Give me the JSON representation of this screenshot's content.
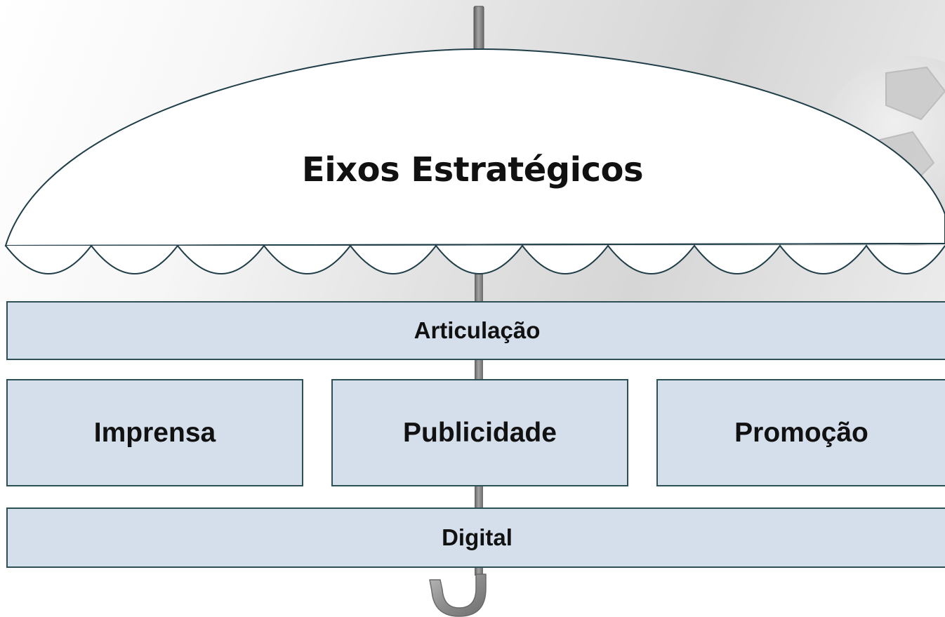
{
  "title": "Eixos Estratégicos",
  "items": {
    "articulacao": "Articulação",
    "imprensa": "Imprensa",
    "publicidade": "Publicidade",
    "promocao": "Promoção",
    "digital": "Digital"
  },
  "colors": {
    "box_fill": "#d5dfeb",
    "box_border": "#2d4f56",
    "canopy_fill": "#ffffff",
    "canopy_stroke": "#1f3e48",
    "shaft": "#8a8a8a",
    "handle": "#8f8f8f"
  },
  "icons": {
    "decoration": "soccer-ball-icon",
    "shape": "umbrella-icon"
  }
}
